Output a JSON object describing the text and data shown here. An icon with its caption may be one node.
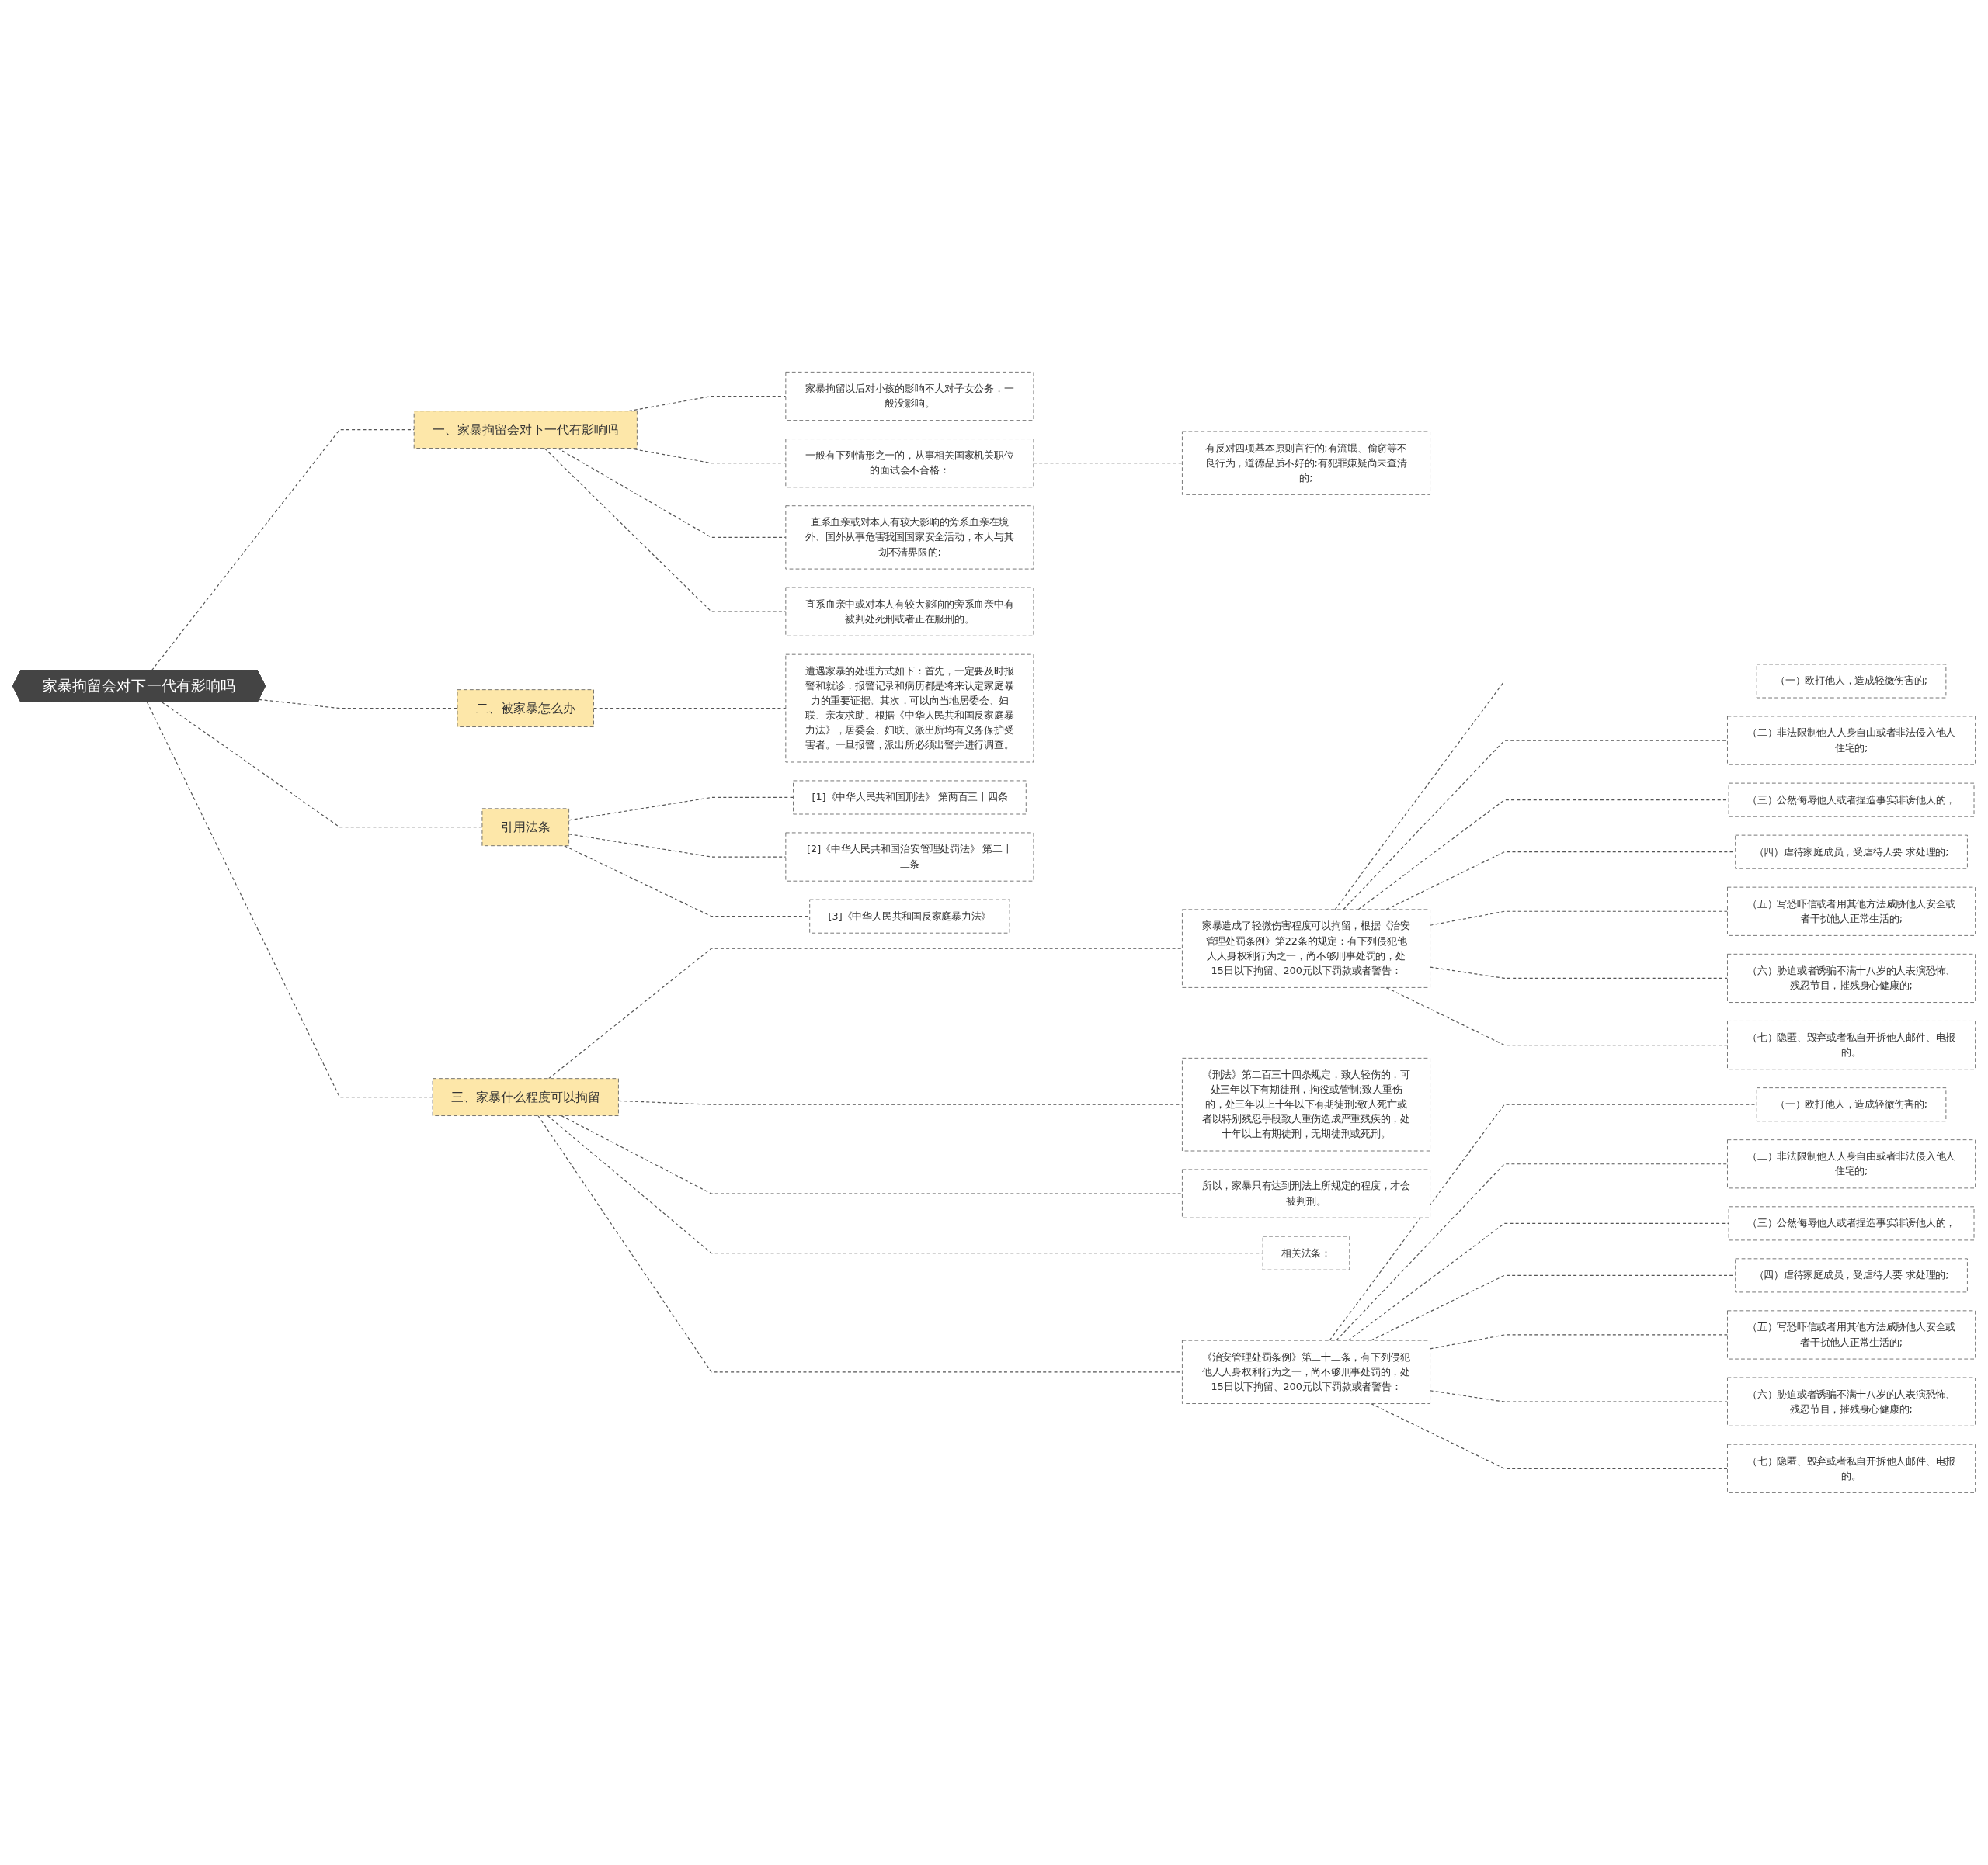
{
  "diagram": {
    "nodes": [
      {
        "text": [
          "家暴拘留会对下一代有影响吗"
        ]
      },
      {
        "text": [
          "一、家暴拘留会对下一代有影响吗"
        ]
      },
      {
        "text": [
          "家暴拘留以后对小孩的影响不大对子女公务，一般没影响。"
        ]
      },
      {
        "text": [
          "一般有下列情形之一的，从事相关国家机关职位的面试会不合格："
        ]
      },
      {
        "text": [
          "有反对四项基本原则言行的;有流氓、偷窃等不良行为，道德品质不好的;有犯罪嫌疑尚未查清的;"
        ]
      },
      {
        "text": [
          "直系血亲或对本人有较大影响的旁系血亲在境外、国外从事危害我国国家安全活动，本人与其划不清界限的;"
        ]
      },
      {
        "text": [
          "直系血亲中或对本人有较大影响的旁系血亲中有被判处死刑或者正在服刑的。"
        ]
      },
      {
        "text": [
          "二、被家暴怎么办"
        ]
      },
      {
        "text": [
          "遭遇家暴的处理方式如下：首先，一定要及时报警和就诊，报警记录和病历都是将来认定家庭暴力的重要证据。其次，可以向当地居委会、妇联、亲友求助。根据《中华人民共和国反家庭暴力法》，居委会、妇联、派出所均有义务保护受害者。一旦报警，派出所必须出警并进行调查。"
        ]
      },
      {
        "text": [
          "引用法条"
        ]
      },
      {
        "text": [
          "[1]《中华人民共和国刑法》 第两百三十四条"
        ]
      },
      {
        "text": [
          "[2]《中华人民共和国治安管理处罚法》 第二十二条"
        ]
      },
      {
        "text": [
          "[3]《中华人民共和国反家庭暴力法》"
        ]
      },
      {
        "text": [
          "三、家暴什么程度可以拘留"
        ]
      },
      {
        "text": [
          "家暴造成了轻微伤害程度可以拘留，根据《治安管理处罚条例》第22条的规定：有下列侵犯他人人身权利行为之一，尚不够刑事处罚的，处15日以下拘留、200元以下罚款或者警告："
        ]
      },
      {
        "text": [
          "（一）欧打他人，造成轻微伤害的;"
        ]
      },
      {
        "text": [
          "（二）非法限制他人人身自由或者非法侵入他人住宅的;"
        ]
      },
      {
        "text": [
          "（三）公然侮辱他人或者捏造事实诽谤他人的，"
        ]
      },
      {
        "text": [
          "（四）虐待家庭成员，受虐待人要 求处理的;"
        ]
      },
      {
        "text": [
          "（五）写恐吓信或者用其他方法威胁他人安全或者干扰他人正常生活的;"
        ]
      },
      {
        "text": [
          "（六）胁迫或者诱骗不满十八岁的人表演恐怖、残忍节目，摧残身心健康的;"
        ]
      },
      {
        "text": [
          "（七）隐匿、毁弃或者私自开拆他人邮件、电报的。"
        ]
      },
      {
        "text": [
          "《刑法》第二百三十四条规定，致人轻伤的，可处三年以下有期徒刑，拘役或管制;致人重伤的，处三年以上十年以下有期徒刑;致人死亡或者以特别残忍手段致人重伤造成严重残疾的，处十年以上有期徒刑，无期徒刑或死刑。"
        ]
      },
      {
        "text": [
          "所以，家暴只有达到刑法上所规定的程度，才会被判刑。"
        ]
      },
      {
        "text": [
          "相关法条："
        ]
      },
      {
        "text": [
          "《治安管理处罚条例》第二十二条，有下列侵犯他人人身权利行为之一，尚不够刑事处罚的，处15日以下拘留、200元以下罚款或者警告："
        ]
      },
      {
        "text": [
          "（一）欧打他人，造成轻微伤害的;"
        ]
      },
      {
        "text": [
          "（二）非法限制他人人身自由或者非法侵入他人住宅的;"
        ]
      },
      {
        "text": [
          "（三）公然侮辱他人或者捏造事实诽谤他人的，"
        ]
      },
      {
        "text": [
          "（四）虐待家庭成员，受虐待人要 求处理的;"
        ]
      },
      {
        "text": [
          "（五）写恐吓信或者用其他方法威胁他人安全或者干扰他人正常生活的;"
        ]
      },
      {
        "text": [
          "（六）胁迫或者诱骗不满十八岁的人表演恐怖、残忍节目，摧残身心健康的;"
        ]
      },
      {
        "text": [
          "（七）隐匿、毁弃或者私自开拆他人邮件、电报的。"
        ]
      }
    ],
    "edges": [
      {
        "from": 0,
        "to": 1,
        "arrow": "none",
        "style": "dashed"
      },
      {
        "from": 1,
        "to": 2,
        "arrow": "none",
        "style": "dashed"
      },
      {
        "from": 1,
        "to": 3,
        "arrow": "none",
        "style": "dashed"
      },
      {
        "from": 3,
        "to": 4,
        "arrow": "none",
        "style": "dashed"
      },
      {
        "from": 1,
        "to": 5,
        "arrow": "none",
        "style": "dashed"
      },
      {
        "from": 1,
        "to": 6,
        "arrow": "none",
        "style": "dashed"
      },
      {
        "from": 0,
        "to": 7,
        "arrow": "none",
        "style": "dashed"
      },
      {
        "from": 7,
        "to": 8,
        "arrow": "none",
        "style": "dashed"
      },
      {
        "from": 0,
        "to": 9,
        "arrow": "none",
        "style": "dashed"
      },
      {
        "from": 9,
        "to": 10,
        "arrow": "none",
        "style": "dashed"
      },
      {
        "from": 9,
        "to": 11,
        "arrow": "none",
        "style": "dashed"
      },
      {
        "from": 9,
        "to": 12,
        "arrow": "none",
        "style": "dashed"
      },
      {
        "from": 0,
        "to": 13,
        "arrow": "none",
        "style": "dashed"
      },
      {
        "from": 13,
        "to": 14,
        "arrow": "none",
        "style": "dashed"
      },
      {
        "from": 14,
        "to": 15,
        "arrow": "none",
        "style": "dashed"
      },
      {
        "from": 14,
        "to": 16,
        "arrow": "none",
        "style": "dashed"
      },
      {
        "from": 14,
        "to": 17,
        "arrow": "none",
        "style": "dashed"
      },
      {
        "from": 14,
        "to": 18,
        "arrow": "none",
        "style": "dashed"
      },
      {
        "from": 14,
        "to": 19,
        "arrow": "none",
        "style": "dashed"
      },
      {
        "from": 14,
        "to": 20,
        "arrow": "none",
        "style": "dashed"
      },
      {
        "from": 14,
        "to": 21,
        "arrow": "none",
        "style": "dashed"
      },
      {
        "from": 13,
        "to": 22,
        "arrow": "none",
        "style": "dashed"
      },
      {
        "from": 13,
        "to": 23,
        "arrow": "none",
        "style": "dashed"
      },
      {
        "from": 13,
        "to": 24,
        "arrow": "none",
        "style": "dashed"
      },
      {
        "from": 13,
        "to": 25,
        "arrow": "none",
        "style": "dashed"
      },
      {
        "from": 25,
        "to": 26,
        "arrow": "none",
        "style": "dashed"
      },
      {
        "from": 25,
        "to": 27,
        "arrow": "none",
        "style": "dashed"
      },
      {
        "from": 25,
        "to": 28,
        "arrow": "none",
        "style": "dashed"
      },
      {
        "from": 25,
        "to": 29,
        "arrow": "none",
        "style": "dashed"
      },
      {
        "from": 25,
        "to": 30,
        "arrow": "none",
        "style": "dashed"
      },
      {
        "from": 25,
        "to": 31,
        "arrow": "none",
        "style": "dashed"
      },
      {
        "from": 25,
        "to": 32,
        "arrow": "none",
        "style": "dashed"
      }
    ]
  }
}
